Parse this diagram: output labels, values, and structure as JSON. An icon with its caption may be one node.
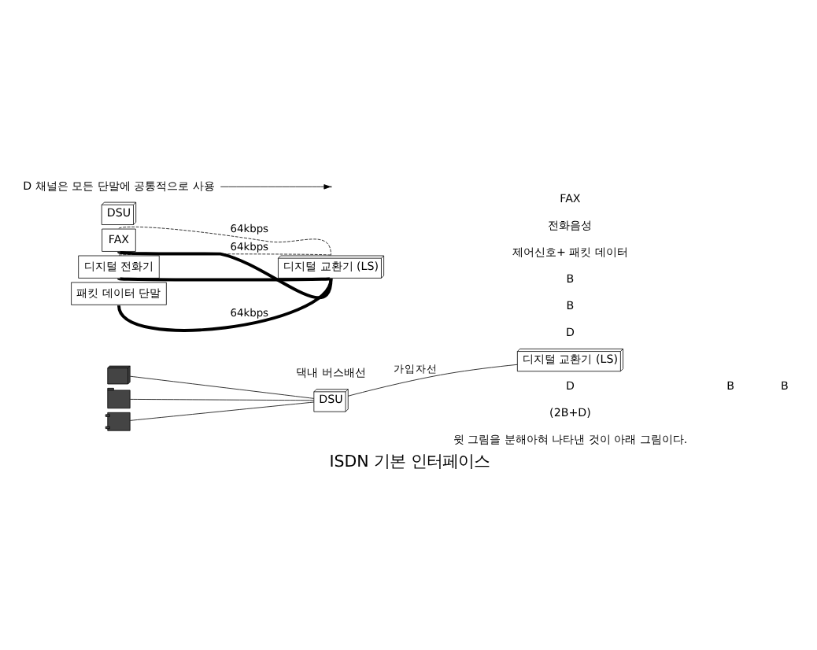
{
  "diagram": {
    "caption": "ISDN 기본 인터페이스",
    "nodes": [
      {
        "text": [],
        "shape": "computer"
      },
      {
        "text": [],
        "shape": "fax"
      },
      {
        "text": [],
        "shape": "phone"
      },
      {
        "text": [
          "DSU"
        ]
      },
      {
        "text": [
          "디지털 교환기 (LS)"
        ]
      },
      {
        "text": [
          "패킷 데이터 단말"
        ]
      },
      {
        "text": [
          "FAX"
        ]
      },
      {
        "text": [
          "디지털 전화기"
        ]
      },
      {
        "text": [
          "DSU"
        ]
      },
      {
        "text": [
          "디지털 교환기 (LS)"
        ]
      },
      {
        "text": [
          "D 채널은 모든 단말에 공통적으로 사용"
        ]
      }
    ],
    "edges": [
      {
        "from": 0,
        "to": 3,
        "arrow": "none"
      },
      {
        "from": 1,
        "to": 3,
        "arrow": "none"
      },
      {
        "from": 2,
        "to": 3,
        "arrow": "none"
      },
      {
        "from": 3,
        "to": 4,
        "arrow": "none",
        "label": "가입자선"
      },
      {
        "from": 6,
        "to": 9,
        "arrow": "none",
        "label": "64kbps",
        "style": "dashed"
      },
      {
        "from": 7,
        "to": 9,
        "arrow": "none",
        "label": "64kbps",
        "style": "dashed"
      },
      {
        "from": 5,
        "to": 9,
        "arrow": "none",
        "label": "64kbps",
        "style": "thick"
      },
      {
        "from": 6,
        "to": 9,
        "arrow": "none",
        "style": "thick"
      },
      {
        "from": 7,
        "to": 9,
        "arrow": "none",
        "style": "thick"
      },
      {
        "from": 10,
        "to": null,
        "arrow": "to"
      }
    ],
    "labels": [
      "D",
      "B",
      "B",
      "(2B+D)",
      "댁내 버스배선",
      "윗 그림을 분해아혀 나타낸 것이 아래 그림이다.",
      "FAX",
      "전화음성",
      "제어신호+ 패킷 데이터",
      "B",
      "B",
      "D"
    ]
  }
}
